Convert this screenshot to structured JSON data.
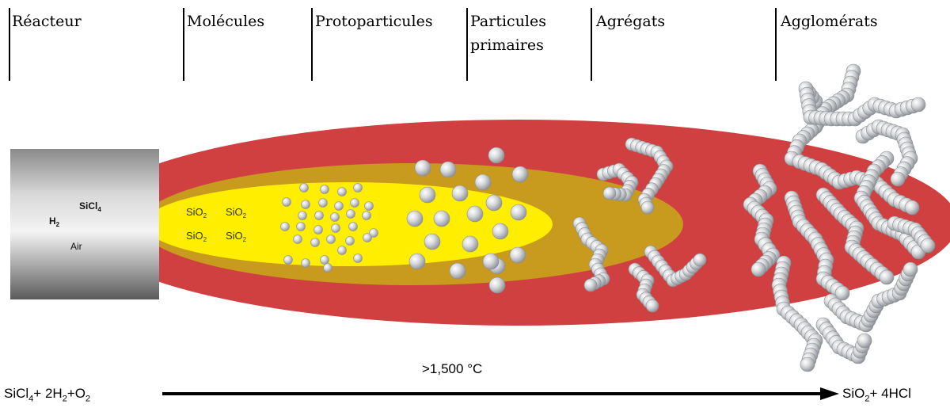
{
  "stages": [
    {
      "id": "reacteur",
      "label": "Réacteur"
    },
    {
      "id": "molecules",
      "label": "Molécules"
    },
    {
      "id": "protoparticules",
      "label": "Protoparticules"
    },
    {
      "id": "particules-primaires",
      "label": "Particules\nprimaires"
    },
    {
      "id": "agregats",
      "label": "Agrégats"
    },
    {
      "id": "agglomerats",
      "label": "Agglomérats"
    }
  ],
  "reactor": {
    "labels": {
      "sicl4_main": "SiCl",
      "sicl4_sub": "4",
      "h2_main": "H",
      "h2_sub": "2",
      "air": "Air"
    }
  },
  "molecules": {
    "sio2_main": "SiO",
    "sio2_sub": "2"
  },
  "temperature": ">1,500 °C",
  "equation": {
    "reactants": {
      "sicl4": "SiCl",
      "sicl4_sub": "4",
      "plus1": "+ 2H",
      "h2_sub": "2",
      "plus2": "+O",
      "o2_sub": "2"
    },
    "products": {
      "sio2": "SiO",
      "sio2_sub": "2",
      "plus": "+ 4HCl"
    }
  },
  "colors": {
    "outer_flame": "#d04040",
    "middle_flame": "#c89a1e",
    "inner_flame": "#ffee00",
    "particle": "#c0c4c8",
    "arrow": "#000000"
  }
}
